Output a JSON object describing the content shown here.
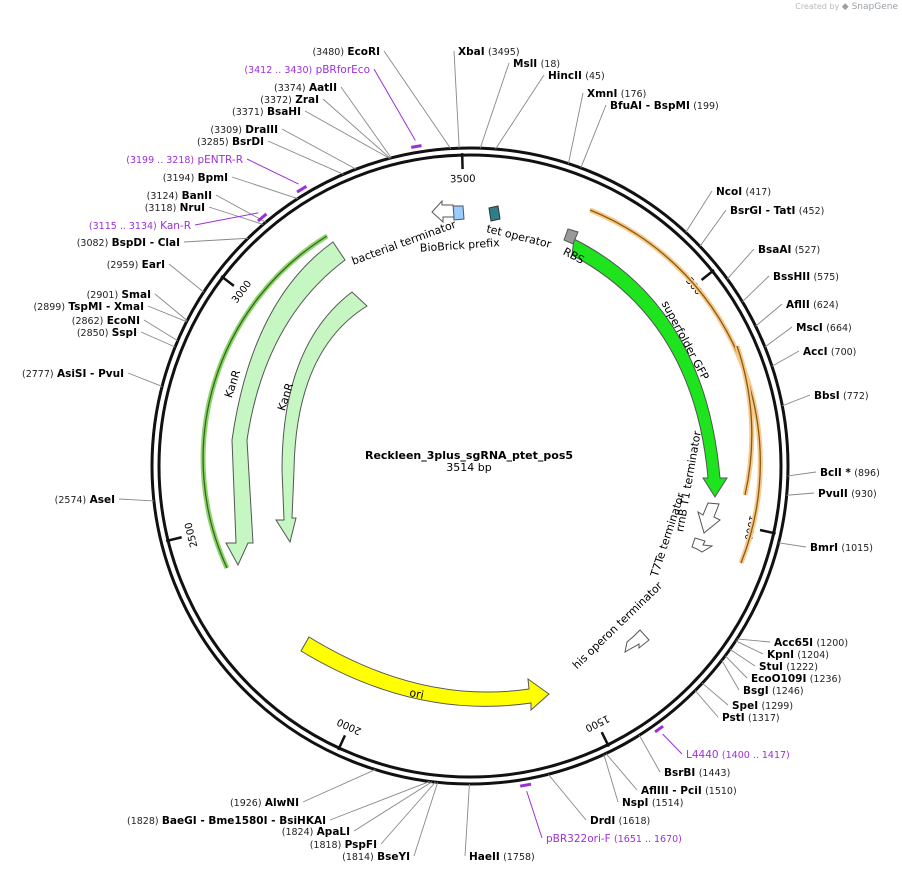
{
  "app": {
    "credit_prefix": "Created by",
    "credit_brand": "SnapGene"
  },
  "plasmid": {
    "name": "Reckleen_3plus_sgRNA_ptet_pos5",
    "length": "3514 bp",
    "bp": 3514
  },
  "colors": {
    "kanr_outer": "#c6f7c3",
    "kanr_stroke": "#3a7d2c",
    "sfgfp": "#1ee41e",
    "ori": "#ffff00",
    "orange_track": "#f5a623",
    "primer": "#9b30d9",
    "rbs": "#999999",
    "tet_operator": "#2f7f8a",
    "biobrick": "#99ccff"
  },
  "ticks": [
    {
      "pos": 500,
      "label": "500"
    },
    {
      "pos": 1000,
      "label": "1000"
    },
    {
      "pos": 1500,
      "label": "1500"
    },
    {
      "pos": 2000,
      "label": "2000"
    },
    {
      "pos": 2500,
      "label": "2500"
    },
    {
      "pos": 3000,
      "label": "3000"
    },
    {
      "pos": 3500,
      "label": "3500"
    }
  ],
  "sites": [
    {
      "name": "EcoRI",
      "pos": "(3480)",
      "side": "left"
    },
    {
      "name": "XbaI",
      "pos": "(3495)",
      "side": "right"
    },
    {
      "name": "MslI",
      "pos": "(18)",
      "side": "right"
    },
    {
      "name": "HincII",
      "pos": "(45)",
      "side": "right"
    },
    {
      "name": "XmnI",
      "pos": "(176)",
      "side": "right"
    },
    {
      "name": "BfuAI - BspMI",
      "pos": "(199)",
      "side": "right"
    },
    {
      "name": "NcoI",
      "pos": "(417)",
      "side": "right"
    },
    {
      "name": "BsrGI - TatI",
      "pos": "(452)",
      "side": "right"
    },
    {
      "name": "BsaAI",
      "pos": "(527)",
      "side": "right"
    },
    {
      "name": "BssHII",
      "pos": "(575)",
      "side": "right"
    },
    {
      "name": "AflII",
      "pos": "(624)",
      "side": "right"
    },
    {
      "name": "MscI",
      "pos": "(664)",
      "side": "right"
    },
    {
      "name": "AccI",
      "pos": "(700)",
      "side": "right"
    },
    {
      "name": "BbsI",
      "pos": "(772)",
      "side": "right"
    },
    {
      "name": "BclI *",
      "pos": "(896)",
      "side": "right"
    },
    {
      "name": "PvuII",
      "pos": "(930)",
      "side": "right"
    },
    {
      "name": "BmrI",
      "pos": "(1015)",
      "side": "right"
    },
    {
      "name": "Acc65I",
      "pos": "(1200)",
      "side": "right"
    },
    {
      "name": "KpnI",
      "pos": "(1204)",
      "side": "right"
    },
    {
      "name": "StuI",
      "pos": "(1222)",
      "side": "right"
    },
    {
      "name": "EcoO109I",
      "pos": "(1236)",
      "side": "right"
    },
    {
      "name": "BsgI",
      "pos": "(1246)",
      "side": "right"
    },
    {
      "name": "SpeI",
      "pos": "(1299)",
      "side": "right"
    },
    {
      "name": "PstI",
      "pos": "(1317)",
      "side": "right"
    },
    {
      "name": "BsrBI",
      "pos": "(1443)",
      "side": "right"
    },
    {
      "name": "AflIII - PciI",
      "pos": "(1510)",
      "side": "right"
    },
    {
      "name": "NspI",
      "pos": "(1514)",
      "side": "right"
    },
    {
      "name": "DrdI",
      "pos": "(1618)",
      "side": "right"
    },
    {
      "name": "HaeII",
      "pos": "(1758)",
      "side": "right"
    },
    {
      "name": "BseYI",
      "pos": "(1814)",
      "side": "left"
    },
    {
      "name": "PspFI",
      "pos": "(1818)",
      "side": "left"
    },
    {
      "name": "ApaLI",
      "pos": "(1824)",
      "side": "left"
    },
    {
      "name": "BaeGI - Bme1580I - BsiHKAI",
      "pos": "(1828)",
      "side": "left"
    },
    {
      "name": "AlwNI",
      "pos": "(1926)",
      "side": "left"
    },
    {
      "name": "AseI",
      "pos": "(2574)",
      "side": "left"
    },
    {
      "name": "AsiSI - PvuI",
      "pos": "(2777)",
      "side": "left"
    },
    {
      "name": "SspI",
      "pos": "(2850)",
      "side": "left"
    },
    {
      "name": "EcoNI",
      "pos": "(2862)",
      "side": "left"
    },
    {
      "name": "TspMI - XmaI",
      "pos": "(2899)",
      "side": "left"
    },
    {
      "name": "SmaI",
      "pos": "(2901)",
      "side": "left"
    },
    {
      "name": "EarI",
      "pos": "(2959)",
      "side": "left"
    },
    {
      "name": "BspDI - ClaI",
      "pos": "(3082)",
      "side": "left"
    },
    {
      "name": "NruI",
      "pos": "(3118)",
      "side": "left"
    },
    {
      "name": "BanII",
      "pos": "(3124)",
      "side": "left"
    },
    {
      "name": "BpmI",
      "pos": "(3194)",
      "side": "left"
    },
    {
      "name": "BsrDI",
      "pos": "(3285)",
      "side": "left"
    },
    {
      "name": "DraIII",
      "pos": "(3309)",
      "side": "left"
    },
    {
      "name": "BsaHI",
      "pos": "(3371)",
      "side": "left"
    },
    {
      "name": "ZraI",
      "pos": "(3372)",
      "side": "left"
    },
    {
      "name": "AatII",
      "pos": "(3374)",
      "side": "left"
    }
  ],
  "primers": [
    {
      "name": "pBRforEco",
      "range": "(3412 .. 3430)",
      "side": "left"
    },
    {
      "name": "pENTR-R",
      "range": "(3199 .. 3218)",
      "side": "left"
    },
    {
      "name": "Kan-R",
      "range": "(3115 .. 3134)",
      "side": "left"
    },
    {
      "name": "L4440",
      "range": "(1400 .. 1417)",
      "side": "right"
    },
    {
      "name": "pBR322ori-F",
      "range": "(1651 .. 1670)",
      "side": "right"
    }
  ],
  "features": {
    "superfolder_gfp": "superfolder GFP",
    "kanr_outer": "KanR",
    "kanr_inner": "KanR",
    "ori": "ori",
    "rbs": "RBS",
    "tet_operator": "tet operator",
    "biobrick_prefix": "BioBrick prefix",
    "bacterial_terminator": "bacterial terminator",
    "rrnb_t1_terminator": "rrnB T1 terminator",
    "t7te_terminator": "T7Te terminator",
    "his_operon_terminator": "his operon terminator"
  }
}
